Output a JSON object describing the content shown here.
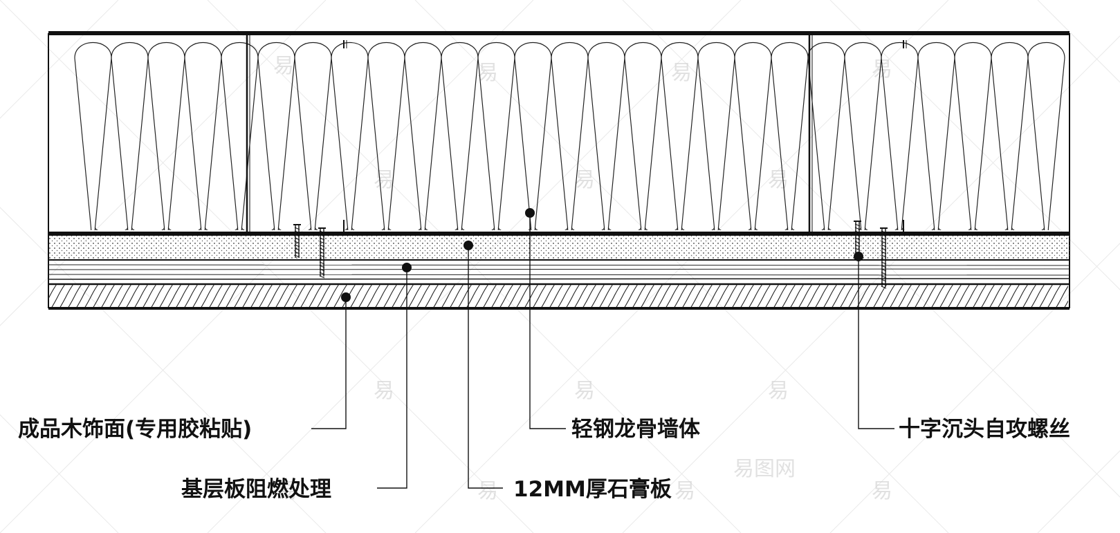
{
  "labels": {
    "wood_finish": "成品木饰面(专用胶粘贴)",
    "base_board": "基层板阻燃处理",
    "gypsum_board": "12MM厚石膏板",
    "steel_stud_wall": "轻钢龙骨墙体",
    "screw": "十字沉头自攻螺丝"
  },
  "watermark": {
    "glyph": "易",
    "brand": "易图网"
  },
  "colors": {
    "line": "#111111",
    "background": "#ffffff",
    "watermark": "#c9c9c9"
  }
}
